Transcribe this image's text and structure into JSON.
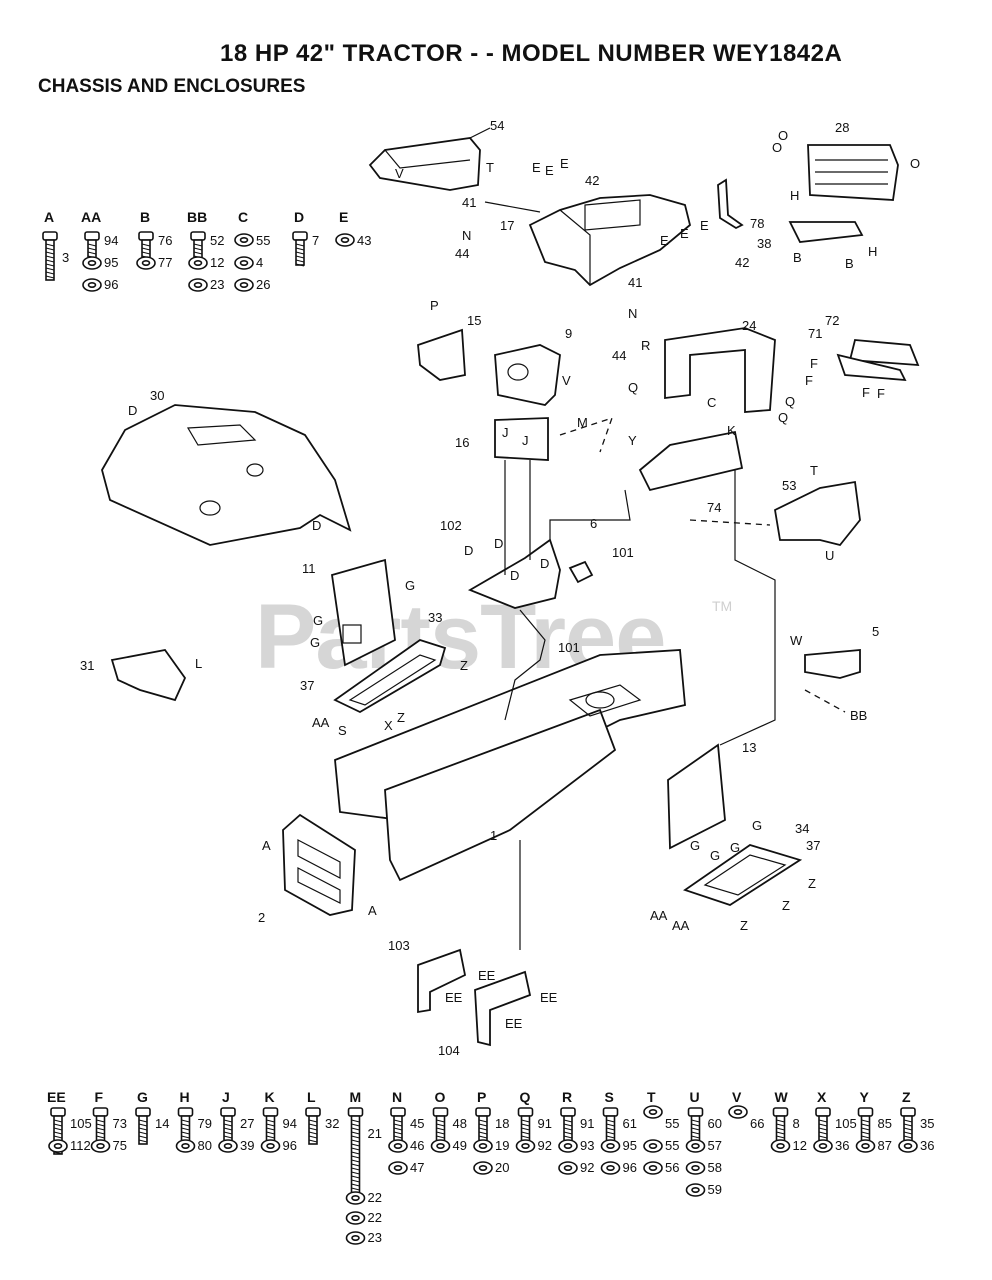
{
  "header": {
    "title": "18 HP 42\"  TRACTOR - - MODEL NUMBER WEY1842A",
    "subtitle": "CHASSIS AND ENCLOSURES"
  },
  "watermark": {
    "text": "PartsTree",
    "tm": "TM"
  },
  "top_hardware": [
    {
      "letter": "A",
      "parts": [
        "3"
      ]
    },
    {
      "letter": "AA",
      "parts": [
        "94",
        "95",
        "96"
      ]
    },
    {
      "letter": "B",
      "parts": [
        "76",
        "77"
      ]
    },
    {
      "letter": "BB",
      "parts": [
        "52",
        "12",
        "23"
      ]
    },
    {
      "letter": "C",
      "parts": [
        "55",
        "4",
        "26"
      ]
    },
    {
      "letter": "D",
      "parts": [
        "7"
      ]
    },
    {
      "letter": "E",
      "parts": [
        "43"
      ]
    }
  ],
  "bottom_hardware": [
    {
      "letter": "EE",
      "parts": [
        "105",
        "112"
      ]
    },
    {
      "letter": "F",
      "parts": [
        "73",
        "75"
      ]
    },
    {
      "letter": "G",
      "parts": [
        "14"
      ]
    },
    {
      "letter": "H",
      "parts": [
        "79",
        "80"
      ]
    },
    {
      "letter": "J",
      "parts": [
        "27",
        "39"
      ]
    },
    {
      "letter": "K",
      "parts": [
        "94",
        "96"
      ]
    },
    {
      "letter": "L",
      "parts": [
        "32"
      ]
    },
    {
      "letter": "M",
      "parts": [
        "21",
        "22",
        "22",
        "23"
      ]
    },
    {
      "letter": "N",
      "parts": [
        "45",
        "46",
        "47"
      ]
    },
    {
      "letter": "O",
      "parts": [
        "48",
        "49"
      ]
    },
    {
      "letter": "P",
      "parts": [
        "18",
        "19",
        "20"
      ]
    },
    {
      "letter": "Q",
      "parts": [
        "91",
        "92"
      ]
    },
    {
      "letter": "R",
      "parts": [
        "91",
        "93",
        "92"
      ]
    },
    {
      "letter": "S",
      "parts": [
        "61",
        "95",
        "96"
      ]
    },
    {
      "letter": "T",
      "parts": [
        "55",
        "55",
        "56"
      ]
    },
    {
      "letter": "U",
      "parts": [
        "60",
        "57",
        "58",
        "59"
      ]
    },
    {
      "letter": "V",
      "parts": [
        "66"
      ]
    },
    {
      "letter": "W",
      "parts": [
        "8",
        "12"
      ]
    },
    {
      "letter": "X",
      "parts": [
        "105",
        "36"
      ]
    },
    {
      "letter": "Y",
      "parts": [
        "85",
        "87"
      ]
    },
    {
      "letter": "Z",
      "parts": [
        "35",
        "36"
      ]
    }
  ],
  "callouts": {
    "c54": "54",
    "c28": "28",
    "c42a": "42",
    "c41a": "41",
    "c17": "17",
    "c44a": "44",
    "c78": "78",
    "c38": "38",
    "c42b": "42",
    "c41b": "41",
    "c44b": "44",
    "c15": "15",
    "c9": "9",
    "c24": "24",
    "c72": "72",
    "c71": "71",
    "c30": "30",
    "c16": "16",
    "c74": "74",
    "c53": "53",
    "c6": "6",
    "c102": "102",
    "c101a": "101",
    "c101b": "101",
    "c11": "11",
    "c33": "33",
    "c37a": "37",
    "c31": "31",
    "c5": "5",
    "c1": "1",
    "c13": "13",
    "c34": "34",
    "c37b": "37",
    "c2": "2",
    "c103": "103",
    "c104": "104"
  },
  "letters": {
    "l_v1": "V",
    "l_t1": "T",
    "l_e1": "E",
    "l_e2": "E",
    "l_e3": "E",
    "l_n1": "N",
    "l_o1": "O",
    "l_o2": "O",
    "l_o3": "O",
    "l_h1": "H",
    "l_b1": "B",
    "l_b2": "B",
    "l_h2": "H",
    "l_e4": "E",
    "l_e5": "E",
    "l_e6": "E",
    "l_n2": "N",
    "l_p1": "P",
    "l_v2": "V",
    "l_m1": "M",
    "l_r1": "R",
    "l_q1": "Q",
    "l_c1": "C",
    "l_q2": "Q",
    "l_q3": "Q",
    "l_f1": "F",
    "l_f2": "F",
    "l_f3": "F",
    "l_f4": "F",
    "l_d1": "D",
    "l_d2": "D",
    "l_j1": "J",
    "l_j2": "J",
    "l_y1": "Y",
    "l_k1": "K",
    "l_t2": "T",
    "l_u1": "U",
    "l_d3": "D",
    "l_d4": "D",
    "l_d5": "D",
    "l_d6": "D",
    "l_g1": "G",
    "l_g2": "G",
    "l_g3": "G",
    "l_z1": "Z",
    "l_aa1": "AA",
    "l_s1": "S",
    "l_x1": "X",
    "l_z2": "Z",
    "l_l1": "L",
    "l_w1": "W",
    "l_bb1": "BB",
    "l_g4": "G",
    "l_g5": "G",
    "l_g6": "G",
    "l_g7": "G",
    "l_z3": "Z",
    "l_z4": "Z",
    "l_aa2": "AA",
    "l_aa3": "AA",
    "l_z5": "Z",
    "l_a1": "A",
    "l_a2": "A",
    "l_ee1": "EE",
    "l_ee2": "EE",
    "l_ee3": "EE",
    "l_ee4": "EE"
  }
}
